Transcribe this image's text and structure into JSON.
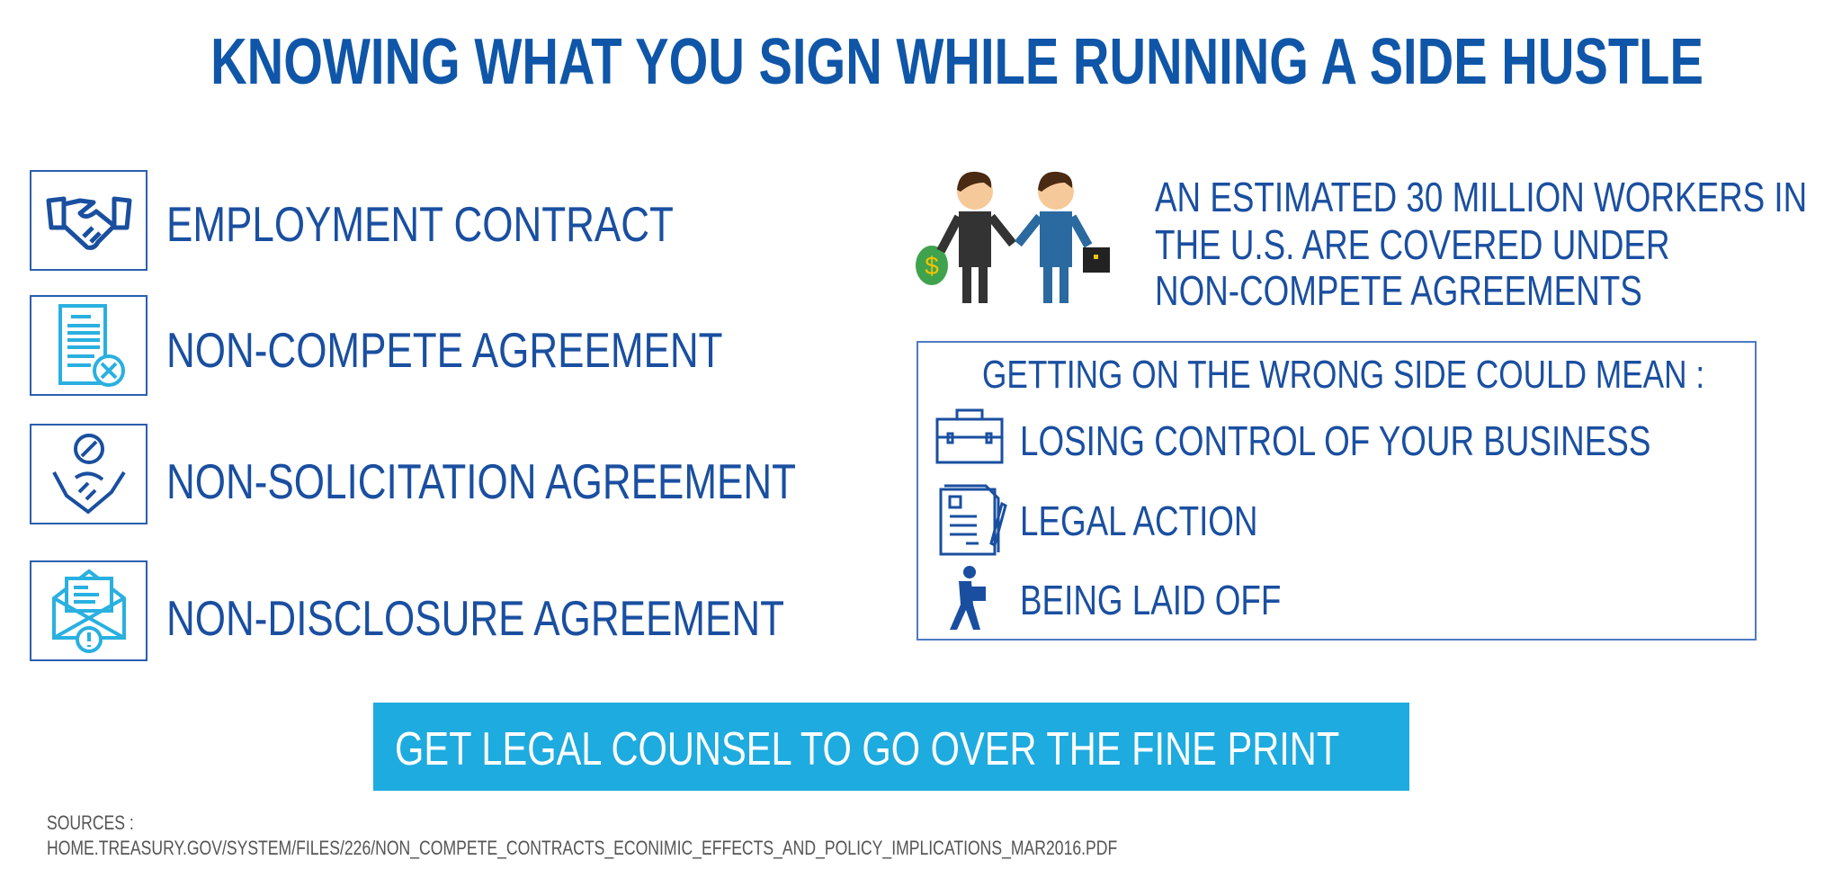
{
  "title": "KNOWING WHAT YOU SIGN WHILE RUNNING A SIDE HUSTLE",
  "contracts": [
    {
      "label": "EMPLOYMENT CONTRACT",
      "icon": "handshake-icon"
    },
    {
      "label": "NON-COMPETE AGREEMENT",
      "icon": "document-x-icon"
    },
    {
      "label": "NON-SOLICITATION AGREEMENT",
      "icon": "no-solicit-handshake-icon"
    },
    {
      "label": "NON-DISCLOSURE AGREEMENT",
      "icon": "envelope-alert-icon"
    }
  ],
  "stat": {
    "lines": [
      "AN ESTIMATED 30 MILLION WORKERS IN",
      "THE U.S. ARE COVERED UNDER",
      "NON-COMPETE AGREEMENTS"
    ]
  },
  "consequences": {
    "heading": "GETTING ON THE WRONG SIDE COULD MEAN :",
    "items": [
      {
        "label": "LOSING CONTROL OF YOUR BUSINESS",
        "icon": "briefcase-icon"
      },
      {
        "label": "LEGAL ACTION",
        "icon": "legal-document-icon"
      },
      {
        "label": "BEING LAID OFF",
        "icon": "person-carrying-box-icon"
      }
    ]
  },
  "cta": "GET LEGAL COUNSEL TO GO OVER THE FINE PRINT",
  "sources": {
    "label": "SOURCES :",
    "url": "HOME.TREASURY.GOV/SYSTEM/FILES/226/NON_COMPETE_CONTRACTS_ECONIMIC_EFFECTS_AND_POLICY_IMPLICATIONS_MAR2016.PDF"
  },
  "colors": {
    "primary": "#1a4fa0",
    "accent": "#1eabdf",
    "light_icon": "#29b0e0"
  }
}
